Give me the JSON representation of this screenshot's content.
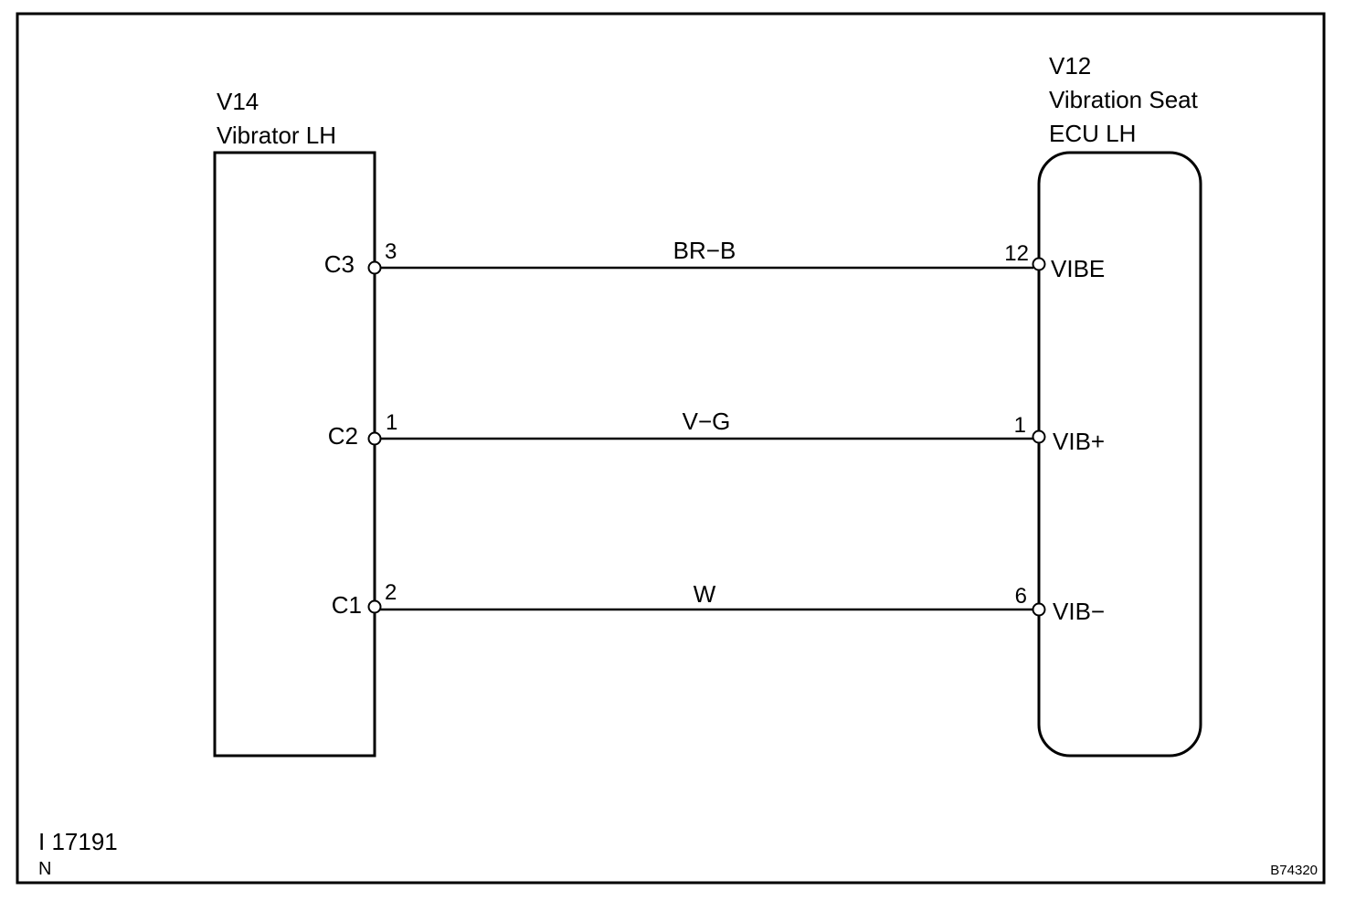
{
  "left_component": {
    "code": "V14",
    "name": "Vibrator LH"
  },
  "right_component": {
    "code": "V12",
    "name_line1": "Vibration Seat",
    "name_line2": "ECU LH"
  },
  "wires": [
    {
      "left_terminal": "C3",
      "left_pin": "3",
      "color": "BR−B",
      "right_pin": "12",
      "right_terminal": "VIBE"
    },
    {
      "left_terminal": "C2",
      "left_pin": "1",
      "color": "V−G",
      "right_pin": "1",
      "right_terminal": "VIB+"
    },
    {
      "left_terminal": "C1",
      "left_pin": "2",
      "color": "W",
      "right_pin": "6",
      "right_terminal": "VIB−"
    }
  ],
  "footer": {
    "ref_line1": "I 17191",
    "ref_line2": "N",
    "figure_code": "B74320"
  }
}
